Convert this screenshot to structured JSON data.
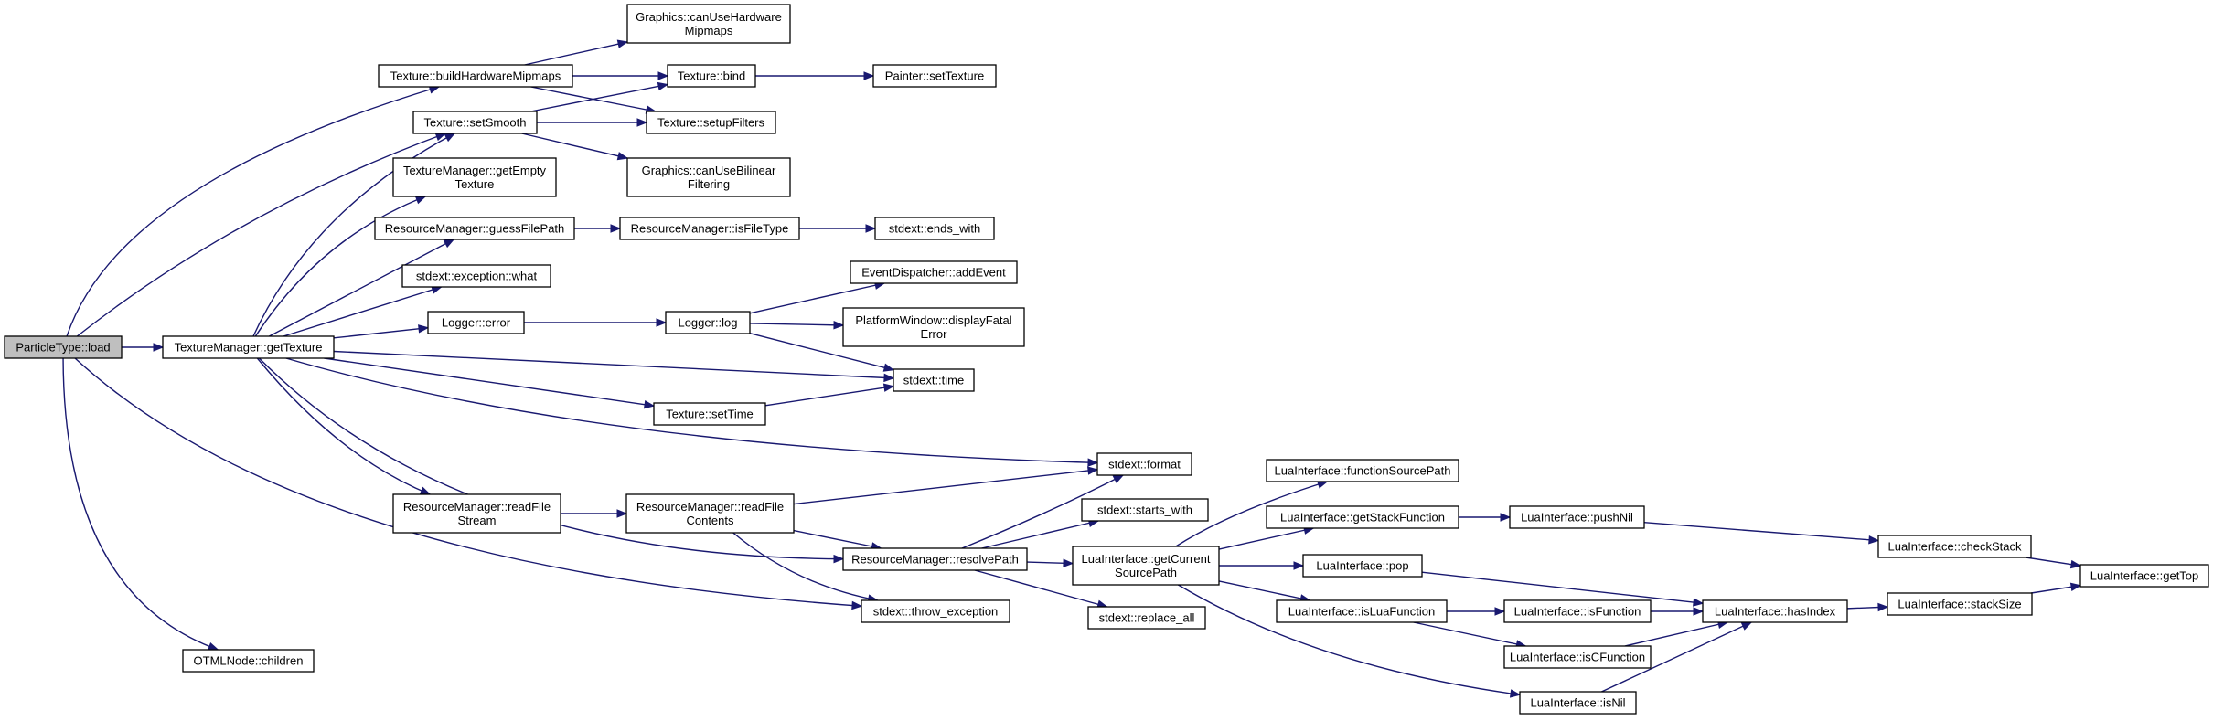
{
  "diagram": {
    "nodes": [
      {
        "id": "particle_load",
        "lines": [
          "ParticleType::load"
        ],
        "root": true
      },
      {
        "id": "tm_getTexture",
        "lines": [
          "TextureManager::getTexture"
        ]
      },
      {
        "id": "otml_children",
        "lines": [
          "OTMLNode::children"
        ]
      },
      {
        "id": "tex_buildHW",
        "lines": [
          "Texture::buildHardwareMipmaps"
        ]
      },
      {
        "id": "tex_setSmooth",
        "lines": [
          "Texture::setSmooth"
        ]
      },
      {
        "id": "tm_getEmpty",
        "lines": [
          "TextureManager::getEmpty",
          "Texture"
        ]
      },
      {
        "id": "rm_guess",
        "lines": [
          "ResourceManager::guessFilePath"
        ]
      },
      {
        "id": "std_what",
        "lines": [
          "stdext::exception::what"
        ]
      },
      {
        "id": "log_error",
        "lines": [
          "Logger::error"
        ]
      },
      {
        "id": "rm_readStream",
        "lines": [
          "ResourceManager::readFile",
          "Stream"
        ]
      },
      {
        "id": "gfx_canHWMip",
        "lines": [
          "Graphics::canUseHardware",
          "Mipmaps"
        ]
      },
      {
        "id": "tex_bind",
        "lines": [
          "Texture::bind"
        ]
      },
      {
        "id": "tex_setup",
        "lines": [
          "Texture::setupFilters"
        ]
      },
      {
        "id": "gfx_canBil",
        "lines": [
          "Graphics::canUseBilinear",
          "Filtering"
        ]
      },
      {
        "id": "rm_isFileType",
        "lines": [
          "ResourceManager::isFileType"
        ]
      },
      {
        "id": "log_log",
        "lines": [
          "Logger::log"
        ]
      },
      {
        "id": "tex_setTime",
        "lines": [
          "Texture::setTime"
        ]
      },
      {
        "id": "rm_readContents",
        "lines": [
          "ResourceManager::readFile",
          "Contents"
        ]
      },
      {
        "id": "painter_setTex",
        "lines": [
          "Painter::setTexture"
        ]
      },
      {
        "id": "std_ends",
        "lines": [
          "stdext::ends_with"
        ]
      },
      {
        "id": "ed_addEvent",
        "lines": [
          "EventDispatcher::addEvent"
        ]
      },
      {
        "id": "pw_fatal",
        "lines": [
          "PlatformWindow::displayFatal",
          "Error"
        ]
      },
      {
        "id": "std_time",
        "lines": [
          "stdext::time"
        ]
      },
      {
        "id": "std_format",
        "lines": [
          "stdext::format"
        ]
      },
      {
        "id": "std_starts",
        "lines": [
          "stdext::starts_with"
        ]
      },
      {
        "id": "rm_resolve",
        "lines": [
          "ResourceManager::resolvePath"
        ]
      },
      {
        "id": "std_throw",
        "lines": [
          "stdext::throw_exception"
        ]
      },
      {
        "id": "std_replace",
        "lines": [
          "stdext::replace_all"
        ]
      },
      {
        "id": "lua_getCurSrc",
        "lines": [
          "LuaInterface::getCurrent",
          "SourcePath"
        ]
      },
      {
        "id": "lua_funcSrc",
        "lines": [
          "LuaInterface::functionSourcePath"
        ]
      },
      {
        "id": "lua_getStackFn",
        "lines": [
          "LuaInterface::getStackFunction"
        ]
      },
      {
        "id": "lua_pop",
        "lines": [
          "LuaInterface::pop"
        ]
      },
      {
        "id": "lua_isLuaFn",
        "lines": [
          "LuaInterface::isLuaFunction"
        ]
      },
      {
        "id": "lua_pushNil",
        "lines": [
          "LuaInterface::pushNil"
        ]
      },
      {
        "id": "lua_isFunction",
        "lines": [
          "LuaInterface::isFunction"
        ]
      },
      {
        "id": "lua_isCFn",
        "lines": [
          "LuaInterface::isCFunction"
        ]
      },
      {
        "id": "lua_isNil",
        "lines": [
          "LuaInterface::isNil"
        ]
      },
      {
        "id": "lua_hasIndex",
        "lines": [
          "LuaInterface::hasIndex"
        ]
      },
      {
        "id": "lua_checkStack",
        "lines": [
          "LuaInterface::checkStack"
        ]
      },
      {
        "id": "lua_stackSize",
        "lines": [
          "LuaInterface::stackSize"
        ]
      },
      {
        "id": "lua_getTop",
        "lines": [
          "LuaInterface::getTop"
        ]
      }
    ],
    "edges": [
      [
        "particle_load",
        "tm_getTexture"
      ],
      [
        "particle_load",
        "otml_children"
      ],
      [
        "particle_load",
        "tex_buildHW"
      ],
      [
        "particle_load",
        "tex_setSmooth"
      ],
      [
        "particle_load",
        "std_throw"
      ],
      [
        "tm_getTexture",
        "tex_setSmooth"
      ],
      [
        "tm_getTexture",
        "tm_getEmpty"
      ],
      [
        "tm_getTexture",
        "rm_guess"
      ],
      [
        "tm_getTexture",
        "std_what"
      ],
      [
        "tm_getTexture",
        "log_error"
      ],
      [
        "tm_getTexture",
        "std_time"
      ],
      [
        "tm_getTexture",
        "tex_setTime"
      ],
      [
        "tm_getTexture",
        "std_format"
      ],
      [
        "tm_getTexture",
        "rm_readStream"
      ],
      [
        "tm_getTexture",
        "rm_resolve"
      ],
      [
        "tex_buildHW",
        "gfx_canHWMip"
      ],
      [
        "tex_buildHW",
        "tex_bind"
      ],
      [
        "tex_buildHW",
        "tex_setup"
      ],
      [
        "tex_setSmooth",
        "tex_bind"
      ],
      [
        "tex_setSmooth",
        "tex_setup"
      ],
      [
        "tex_setSmooth",
        "gfx_canBil"
      ],
      [
        "rm_guess",
        "rm_isFileType"
      ],
      [
        "log_error",
        "log_log"
      ],
      [
        "rm_readStream",
        "rm_readContents"
      ],
      [
        "tex_bind",
        "painter_setTex"
      ],
      [
        "rm_isFileType",
        "std_ends"
      ],
      [
        "log_log",
        "ed_addEvent"
      ],
      [
        "log_log",
        "pw_fatal"
      ],
      [
        "log_log",
        "std_time"
      ],
      [
        "tex_setTime",
        "std_time"
      ],
      [
        "rm_readContents",
        "std_format"
      ],
      [
        "rm_readContents",
        "rm_resolve"
      ],
      [
        "rm_readContents",
        "std_throw"
      ],
      [
        "rm_resolve",
        "std_format"
      ],
      [
        "rm_resolve",
        "std_starts"
      ],
      [
        "rm_resolve",
        "lua_getCurSrc"
      ],
      [
        "rm_resolve",
        "std_replace"
      ],
      [
        "lua_getCurSrc",
        "lua_funcSrc"
      ],
      [
        "lua_getCurSrc",
        "lua_getStackFn"
      ],
      [
        "lua_getCurSrc",
        "lua_pop"
      ],
      [
        "lua_getCurSrc",
        "lua_isLuaFn"
      ],
      [
        "lua_getCurSrc",
        "lua_isNil"
      ],
      [
        "lua_getStackFn",
        "lua_pushNil"
      ],
      [
        "lua_pop",
        "lua_hasIndex"
      ],
      [
        "lua_isLuaFn",
        "lua_isFunction"
      ],
      [
        "lua_isLuaFn",
        "lua_isCFn"
      ],
      [
        "lua_pushNil",
        "lua_checkStack"
      ],
      [
        "lua_isFunction",
        "lua_hasIndex"
      ],
      [
        "lua_isCFn",
        "lua_hasIndex"
      ],
      [
        "lua_isNil",
        "lua_hasIndex"
      ],
      [
        "lua_hasIndex",
        "lua_stackSize"
      ],
      [
        "lua_checkStack",
        "lua_getTop"
      ],
      [
        "lua_stackSize",
        "lua_getTop"
      ]
    ]
  }
}
